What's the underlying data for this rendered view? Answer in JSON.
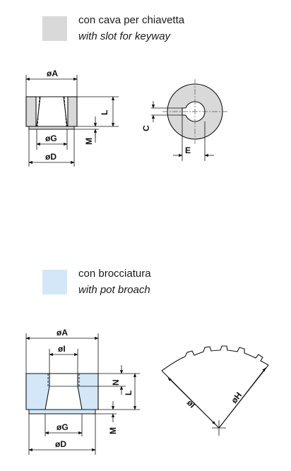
{
  "section_keyway": {
    "swatch_color": "#d9d9d9",
    "title_it": "con cava per chiavetta",
    "title_en": "with slot for keyway",
    "dims": {
      "A": "øA",
      "G": "øG",
      "D": "øD",
      "L": "L",
      "M": "M",
      "C": "C",
      "E": "E"
    }
  },
  "section_broach": {
    "swatch_color": "#d3e7f8",
    "title_it": "con brocciatura",
    "title_en": "with pot broach",
    "dims": {
      "A": "øA",
      "I": "øI",
      "G": "øG",
      "D": "øD",
      "N": "N",
      "L": "L",
      "M": "M",
      "I2": "øI",
      "H": "øH"
    }
  }
}
